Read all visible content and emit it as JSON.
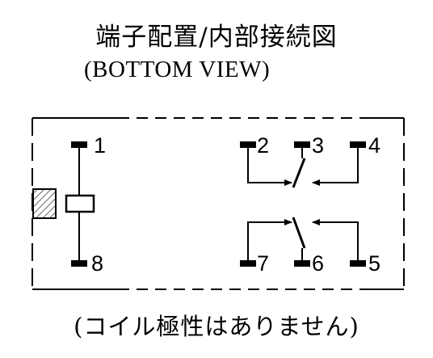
{
  "title": "端子配置/内部接続図",
  "subtitle": "(BOTTOM VIEW)",
  "note": "(コイル極性はありません)",
  "pins": [
    {
      "number": "1"
    },
    {
      "number": "2"
    },
    {
      "number": "3"
    },
    {
      "number": "4"
    },
    {
      "number": "5"
    },
    {
      "number": "6"
    },
    {
      "number": "7"
    },
    {
      "number": "8"
    }
  ]
}
